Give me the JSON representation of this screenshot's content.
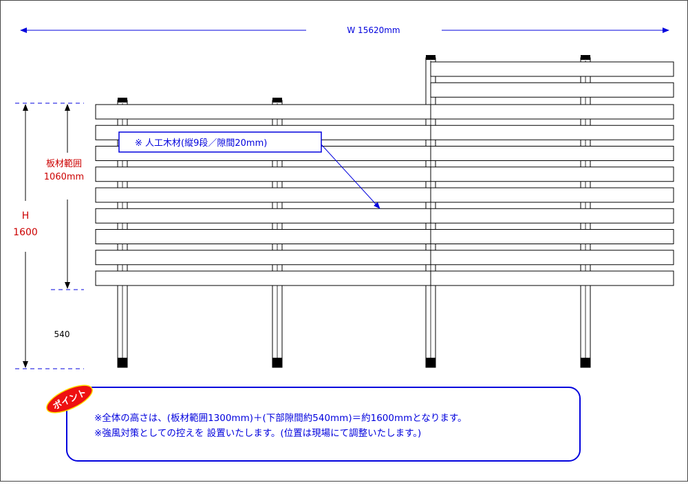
{
  "dimensions": {
    "width_label": "W 15620mm",
    "height_label_line1": "H",
    "height_label_line2": "1600",
    "board_range_line1": "板材範囲",
    "board_range_line2": "1060mm",
    "bottom_gap_label": "540"
  },
  "callout": {
    "text": "※ 人工木材(縦9段／隙間20mm)"
  },
  "note": {
    "badge": "ポイント",
    "line1": "※全体の高さは、(板材範囲1300mm)＋(下部隙間約540mm)＝約1600mmとなります。",
    "line2": "※強風対策としての控えを 設置いたします。(位置は現場にて調整いたします。)"
  },
  "colors": {
    "dimension_blue": "#0000dd",
    "label_red": "#cc0000",
    "badge_red": "#ee1111",
    "line_black": "#000000"
  }
}
